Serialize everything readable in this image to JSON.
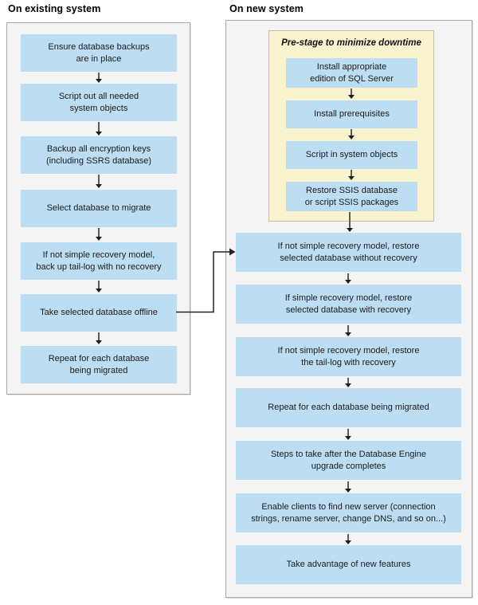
{
  "colors": {
    "panel_bg": "#f4f4f4",
    "panel_border": "#a8a8a8",
    "box_blue": "#bdddf3",
    "prestage_bg": "#faf3cf",
    "prestage_border": "#c6bf9d",
    "arrow": "#1e1e1e"
  },
  "existing": {
    "title": "On existing system",
    "steps": [
      {
        "label": "Ensure database backups\nare in place"
      },
      {
        "label": "Script out all needed\nsystem objects"
      },
      {
        "label": "Backup all encryption keys\n(including SSRS database)"
      },
      {
        "label": "Select database to migrate"
      },
      {
        "label": "If not simple recovery model,\nback up tail-log with no recovery"
      },
      {
        "label": "Take selected database offline"
      },
      {
        "label": "Repeat for each database\nbeing migrated"
      }
    ]
  },
  "new_system": {
    "title": "On new system",
    "prestage": {
      "title": "Pre-stage to minimize downtime",
      "steps": [
        {
          "label": "Install appropriate\nedition of SQL Server"
        },
        {
          "label": "Install prerequisites"
        },
        {
          "label": "Script in system objects"
        },
        {
          "label": "Restore SSIS database\nor script SSIS packages"
        }
      ]
    },
    "steps": [
      {
        "label": "If not simple recovery model, restore\nselected database without recovery"
      },
      {
        "label": "If simple recovery model, restore\nselected database with recovery"
      },
      {
        "label": "If not simple recovery model, restore\nthe tail-log with recovery"
      },
      {
        "label": "Repeat for each database being migrated"
      },
      {
        "label": "Steps to take after the Database Engine\nupgrade completes"
      },
      {
        "label": "Enable clients to find new server (connection\nstrings, rename server, change DNS, and so on...)"
      },
      {
        "label": "Take advantage of new features"
      }
    ]
  }
}
